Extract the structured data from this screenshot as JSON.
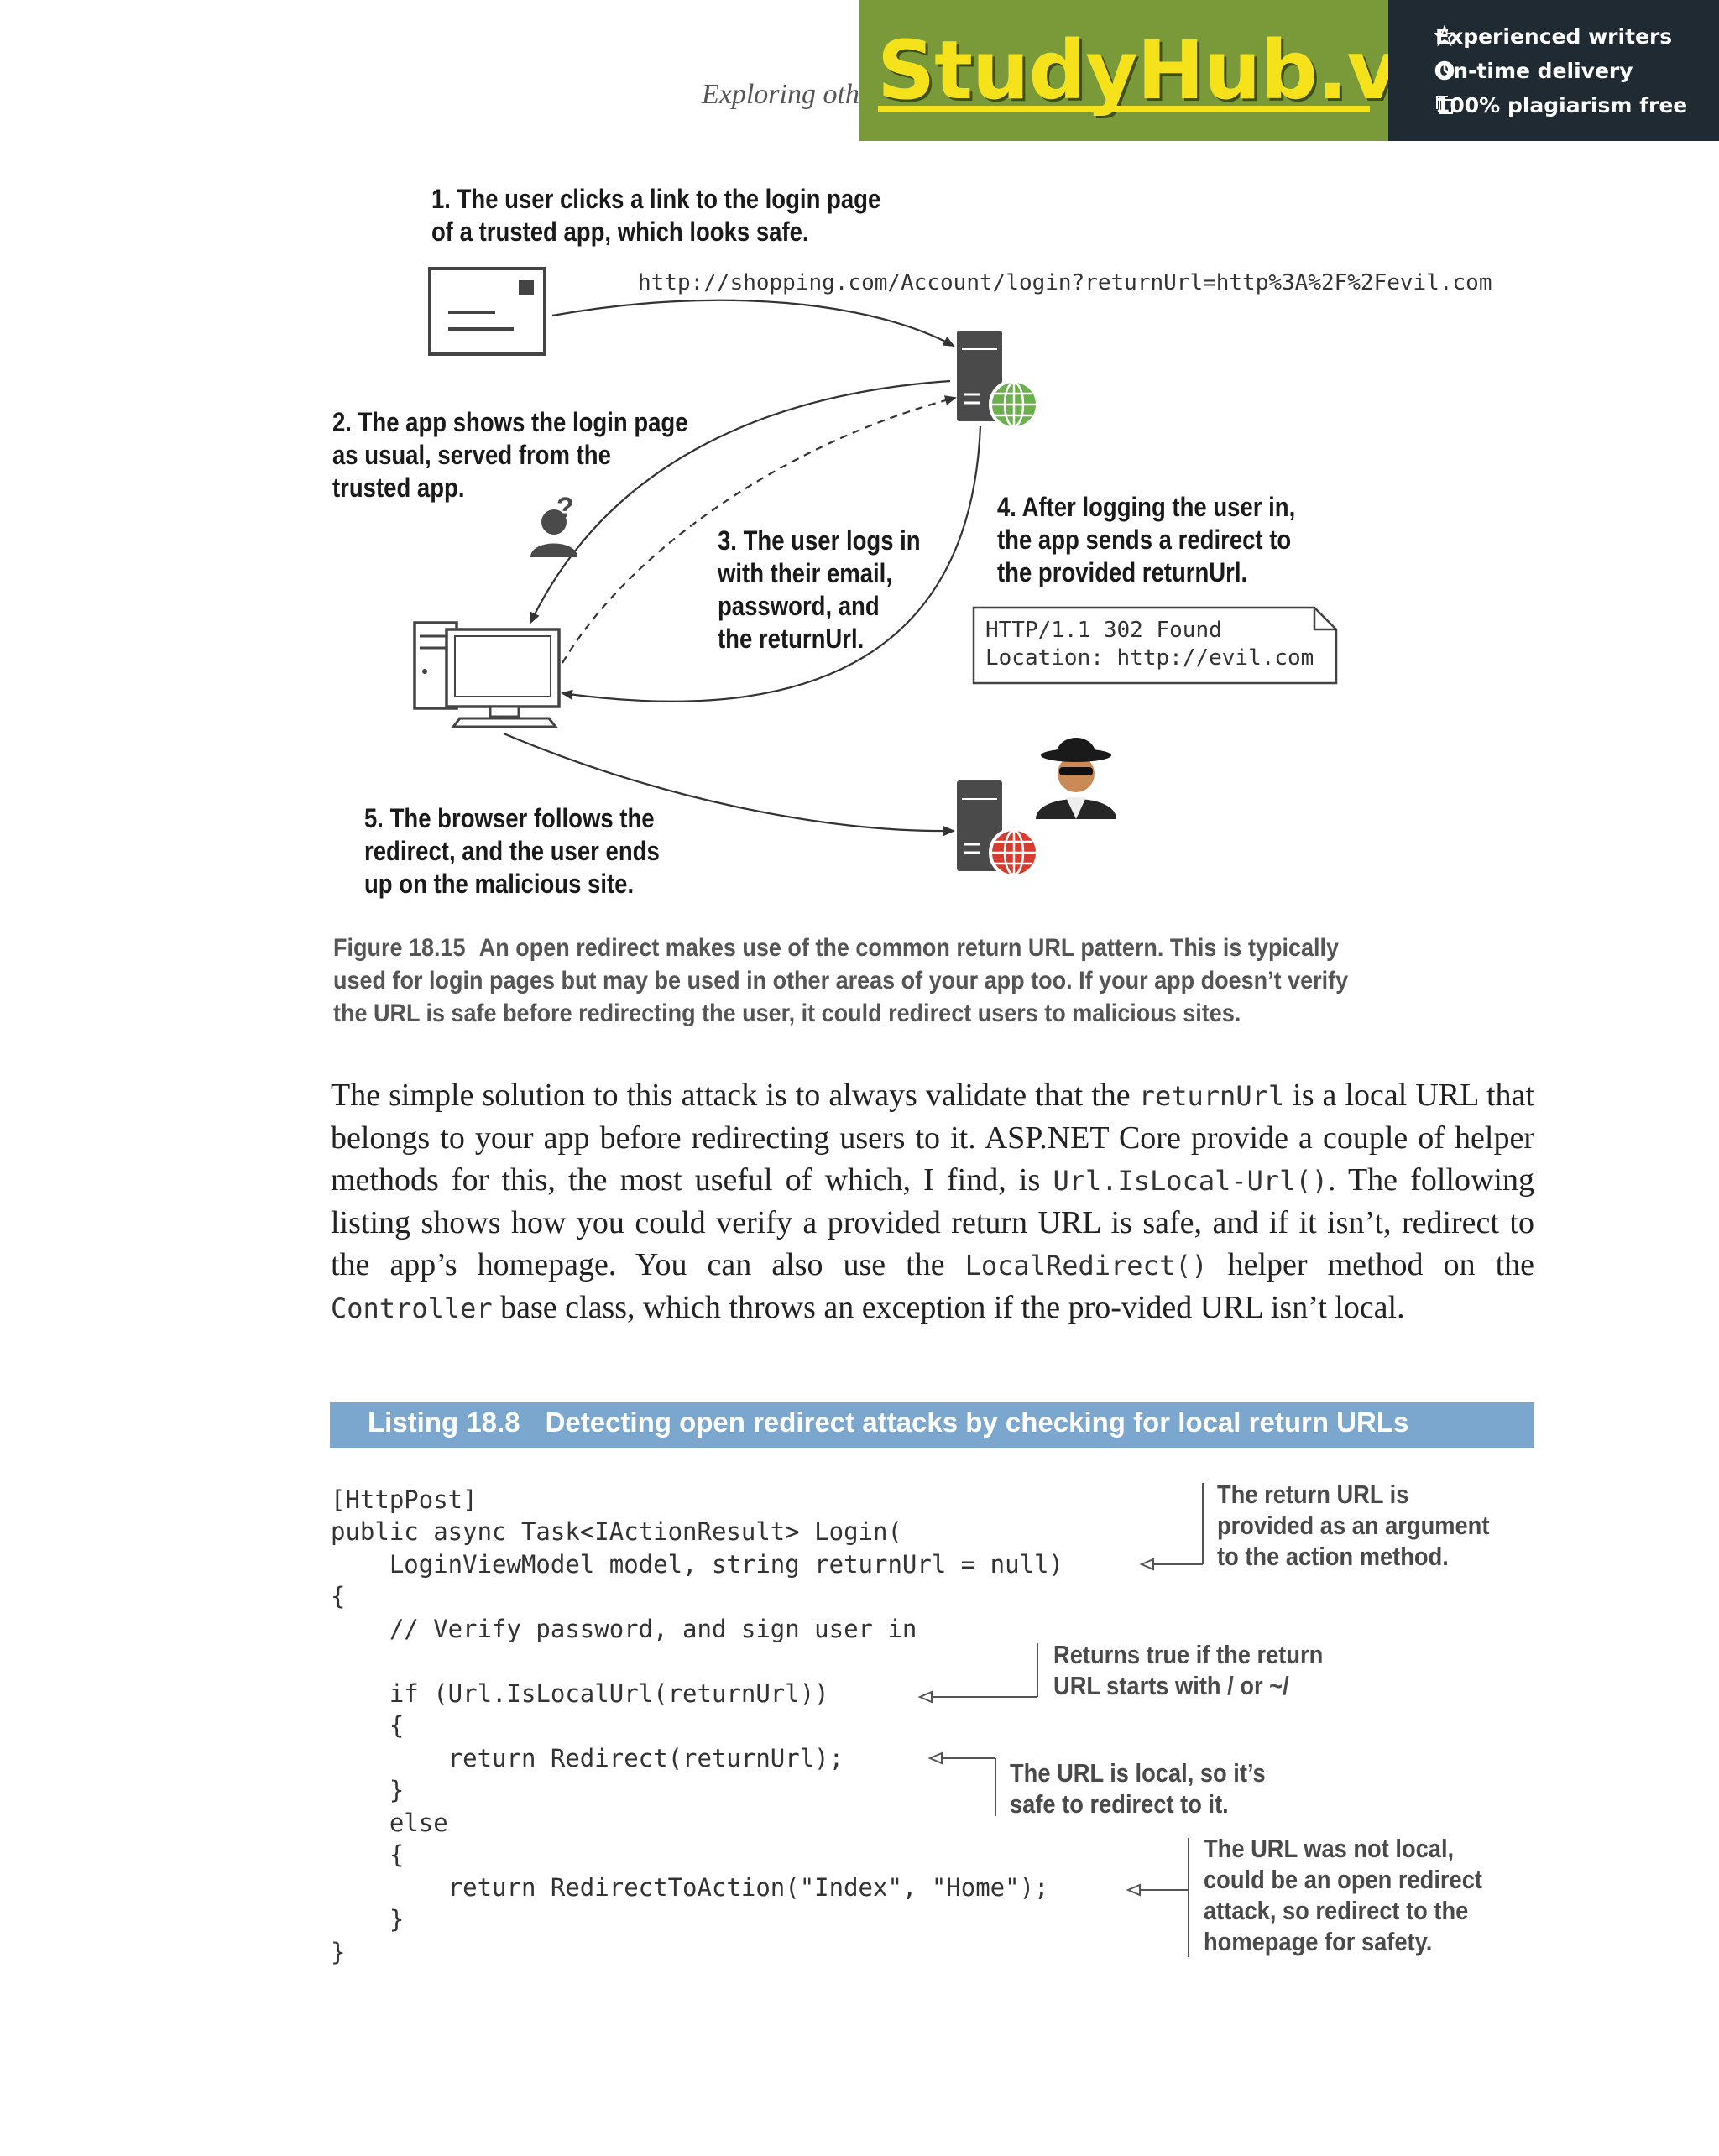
{
  "header": {
    "title": "Exploring oth"
  },
  "banner": {
    "brand": "StudyHub.vip",
    "features": [
      "Experienced writers",
      "On-time delivery",
      "100% plagiarism free"
    ]
  },
  "diagram": {
    "step1": [
      "1. The user clicks a link to the login page",
      "of a trusted app, which looks safe."
    ],
    "url": "http://shopping.com/Account/login?returnUrl=http%3A%2F%2Fevil.com",
    "step2": [
      "2. The app shows the login page",
      "as usual, served from the",
      "trusted app."
    ],
    "step3": [
      "3. The user logs in",
      "with their email,",
      "password, and",
      "the returnUrl."
    ],
    "step4": [
      "4. After logging the user in,",
      "the app sends a redirect to",
      "the provided returnUrl."
    ],
    "response": [
      "HTTP/1.1 302 Found",
      "Location: http://evil.com"
    ],
    "step5": [
      "5. The browser follows the",
      "redirect, and the user ends",
      "up on the malicious site."
    ],
    "question_mark": "?"
  },
  "caption": {
    "figure": "Figure 18.15",
    "text": "An open redirect makes use of the common return URL pattern. This is typically used for login pages but may be used in other areas of your app too. If your app doesn’t verify the URL is safe before redirecting the user, it could redirect users to malicious sites."
  },
  "body": {
    "p1": "The simple solution to this attack is to always validate that the ",
    "c1": "returnUrl",
    "p2": " is a local URL that belongs to your app before redirecting users to it. ASP.NET Core provide a couple of helper methods for this, the most useful of which, I find, is ",
    "c2": "Url.IsLocal-Url()",
    "p3": ". The following listing shows how you could verify a provided return URL is safe, and if it isn’t, redirect to the app’s homepage. You can also use the ",
    "c3": "LocalRedirect()",
    "p4": " helper method on the ",
    "c4": "Controller",
    "p5": " base class, which throws an exception if the pro-vided URL isn’t local."
  },
  "listing": {
    "number": "Listing 18.8",
    "title": "Detecting open redirect attacks by checking for local return URLs",
    "code": [
      "[HttpPost]",
      "public async Task<IActionResult> Login(",
      "    LoginViewModel model, string returnUrl = null)",
      "{",
      "    // Verify password, and sign user in",
      "",
      "    if (Url.IsLocalUrl(returnUrl))",
      "    {",
      "        return Redirect(returnUrl);",
      "    }",
      "    else",
      "    {",
      "        return RedirectToAction(\"Index\", \"Home\");",
      "    }",
      "}"
    ],
    "annotations": {
      "a1": [
        "The return URL is",
        "provided as an argument",
        "to the action method."
      ],
      "a2": [
        "Returns true if the return",
        "URL starts with / or ~/"
      ],
      "a3": [
        "The URL is local, so it’s",
        "safe to redirect to it."
      ],
      "a4": [
        "The URL was not local,",
        "could be an open redirect",
        "attack, so redirect to the",
        "homepage for safety."
      ]
    }
  },
  "colors": {
    "listing_bar": "#7ba7cf",
    "globe_green": "#6ab04c",
    "globe_red": "#d63b2e",
    "banner_green": "#7a9a3a",
    "banner_dark": "#1f2a33",
    "brand_yellow": "#f5e21a"
  },
  "icons": [
    "envelope-icon",
    "server-icon",
    "globe-icon",
    "user-question-icon",
    "desktop-computer-icon",
    "hacker-icon",
    "star-icon",
    "clock-icon",
    "copy-icon"
  ]
}
